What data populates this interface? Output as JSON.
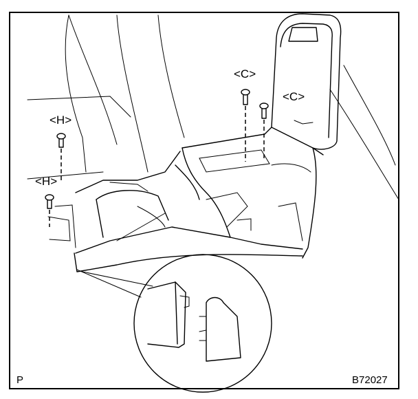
{
  "callouts": {
    "c_upper": "<C>",
    "c_right": "<C>",
    "h_upper": "<H>",
    "h_lower": "<H>"
  },
  "footer": {
    "left_mark": "P",
    "figure_id": "B72027"
  }
}
